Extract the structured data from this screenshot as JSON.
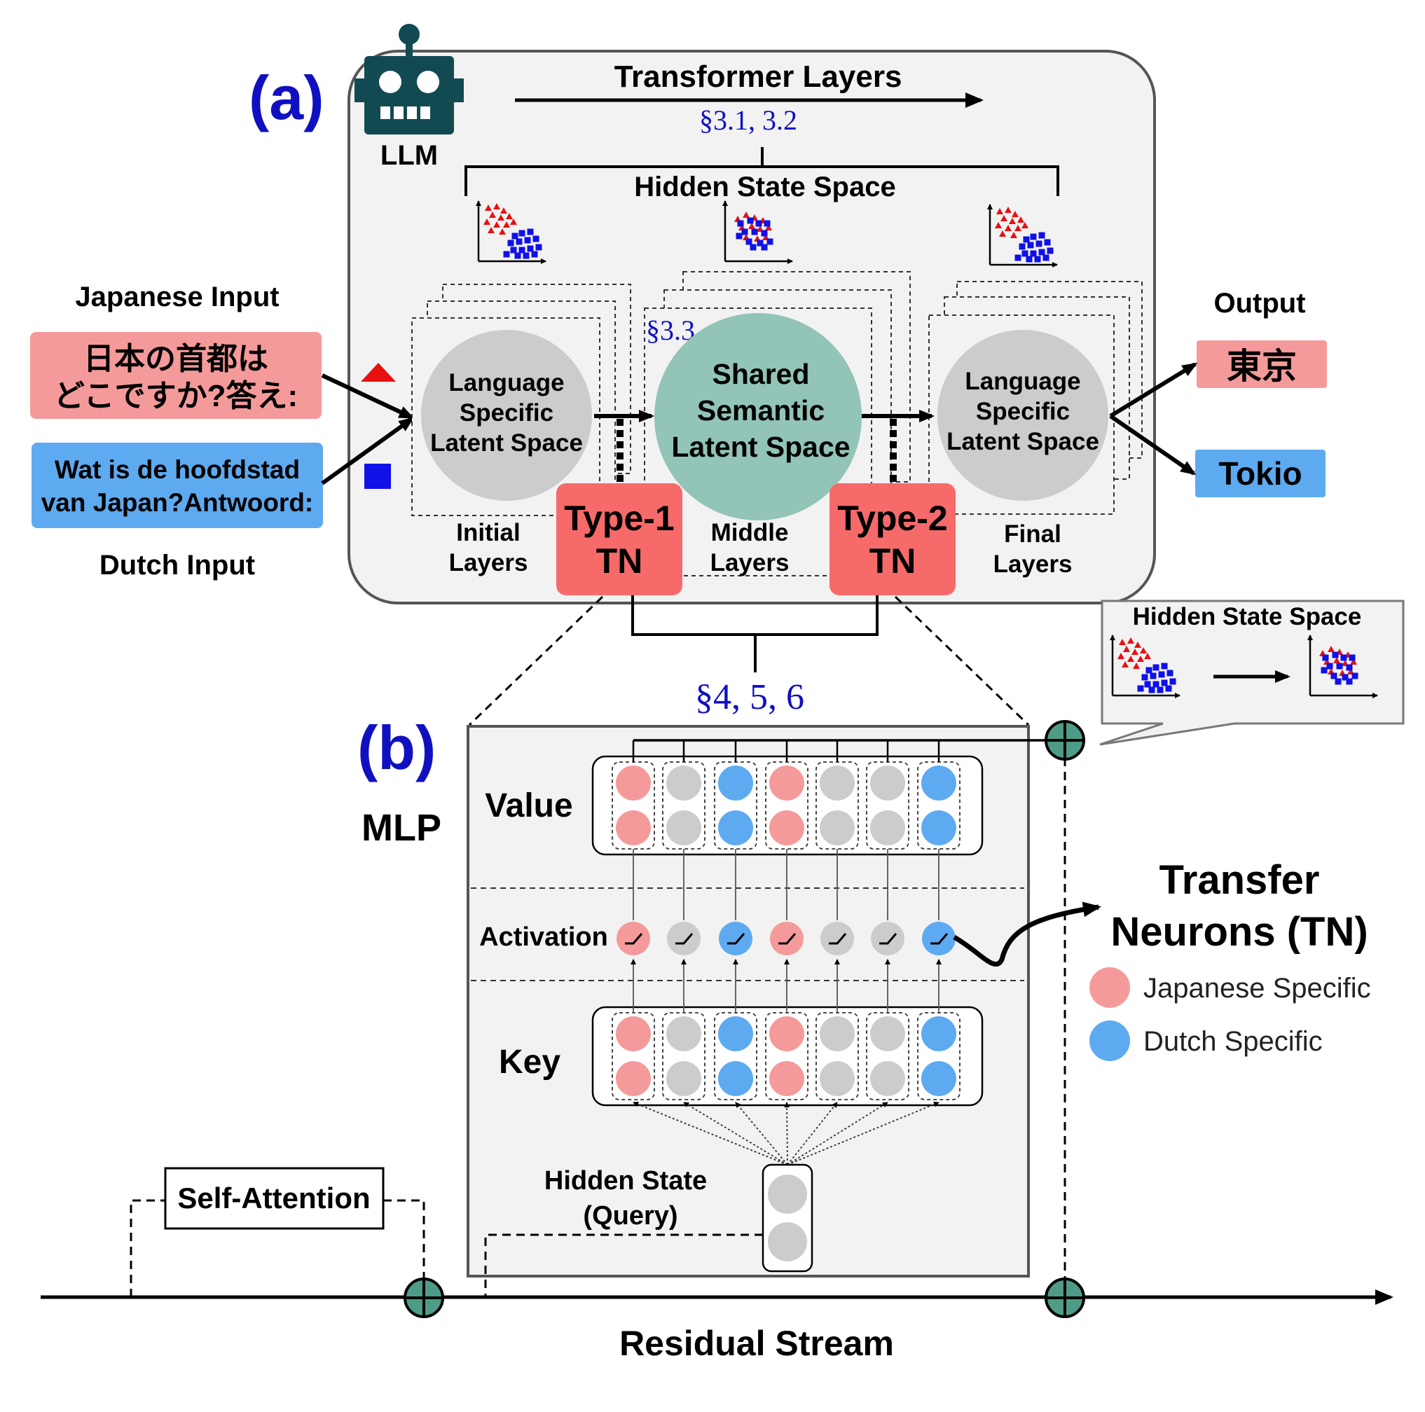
{
  "panel_a": {
    "label": "(a)",
    "llm_label": "LLM",
    "transformer_layers": "Transformer Layers",
    "section_ref_top": "§3.1, 3.2",
    "hidden_state_space": "Hidden State Space",
    "japanese_input": {
      "caption": "Japanese Input",
      "line1": "日本の首都は",
      "line2": "どこですか?答え:"
    },
    "dutch_input": {
      "caption": "Dutch Input",
      "line1": "Wat is de hoofdstad",
      "line2": "van Japan?Antwoord:"
    },
    "output": {
      "caption": "Output",
      "japanese": "東京",
      "dutch": "Tokio"
    },
    "initial": {
      "circle": [
        "Language",
        "Specific",
        "Latent Space"
      ],
      "caption": [
        "Initial",
        "Layers"
      ]
    },
    "middle": {
      "section_ref": "§3.3",
      "circle": [
        "Shared",
        "Semantic",
        "Latent Space"
      ],
      "caption": [
        "Middle",
        "Layers"
      ]
    },
    "final": {
      "circle": [
        "Language",
        "Specific",
        "Latent Space"
      ],
      "caption": [
        "Final",
        "Layers"
      ]
    },
    "type1": [
      "Type-1",
      "TN"
    ],
    "type2": [
      "Type-2",
      "TN"
    ],
    "section_ref_bottom": "§4, 5, 6"
  },
  "callout": {
    "title": "Hidden State Space"
  },
  "panel_b": {
    "label": "(b)",
    "mlp": "MLP",
    "value": "Value",
    "activation": "Activation",
    "key": "Key",
    "hidden_state": [
      "Hidden State",
      "(Query)"
    ],
    "self_attention": "Self-Attention",
    "residual_stream": "Residual Stream",
    "neuron_colors": [
      "pink",
      "gray",
      "blue",
      "pink",
      "gray",
      "gray",
      "blue"
    ]
  },
  "legend": {
    "title": [
      "Transfer",
      "Neurons (TN)"
    ],
    "items": [
      {
        "label": "Japanese Specific",
        "color": "#F59A9A"
      },
      {
        "label": "Dutch Specific",
        "color": "#5EAAF0"
      }
    ]
  },
  "colors": {
    "blue_label": "#1010C0",
    "red_box": "#F66A6A",
    "pink_box": "#F59A9A",
    "blue_box": "#5EAAF0",
    "teal_circle": "#92C4B8",
    "gray_circle": "#CCCCCC",
    "robot": "#124A52",
    "plus_circle": "#4E9C88"
  }
}
